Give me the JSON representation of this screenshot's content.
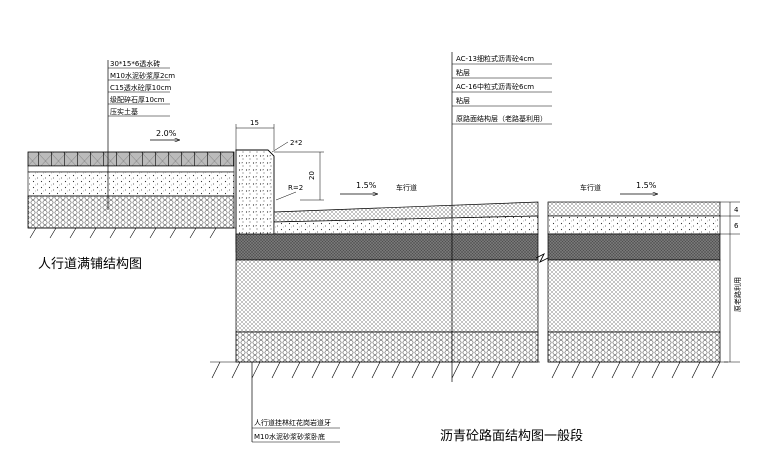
{
  "sidewalk": {
    "caption": "人行道满铺结构图",
    "slope": "2.0%",
    "layers": [
      "30*15*6透水砖",
      "M10水泥砂浆厚2cm",
      "C15透水砼厚10cm",
      "级配碎石厚10cm",
      "压实土基"
    ]
  },
  "curb": {
    "width": "15",
    "height": "20",
    "chamfer": "2*2",
    "radius": "R=2",
    "labels": [
      "人行道挂林红花岗岩道牙",
      "M10水泥砂浆砂浆卧底"
    ]
  },
  "road": {
    "caption": "沥青砼路面结构图一般段",
    "lane_label": "车行道",
    "slope": "1.5%",
    "layers": [
      "AC-13细粒式沥青砼4cm",
      "粘层",
      "AC-16中粒式沥青砼6cm",
      "粘层",
      "原路面结构层（老路基利用）"
    ],
    "dims": [
      "4",
      "6"
    ],
    "vertical_note": "原老路利用"
  }
}
